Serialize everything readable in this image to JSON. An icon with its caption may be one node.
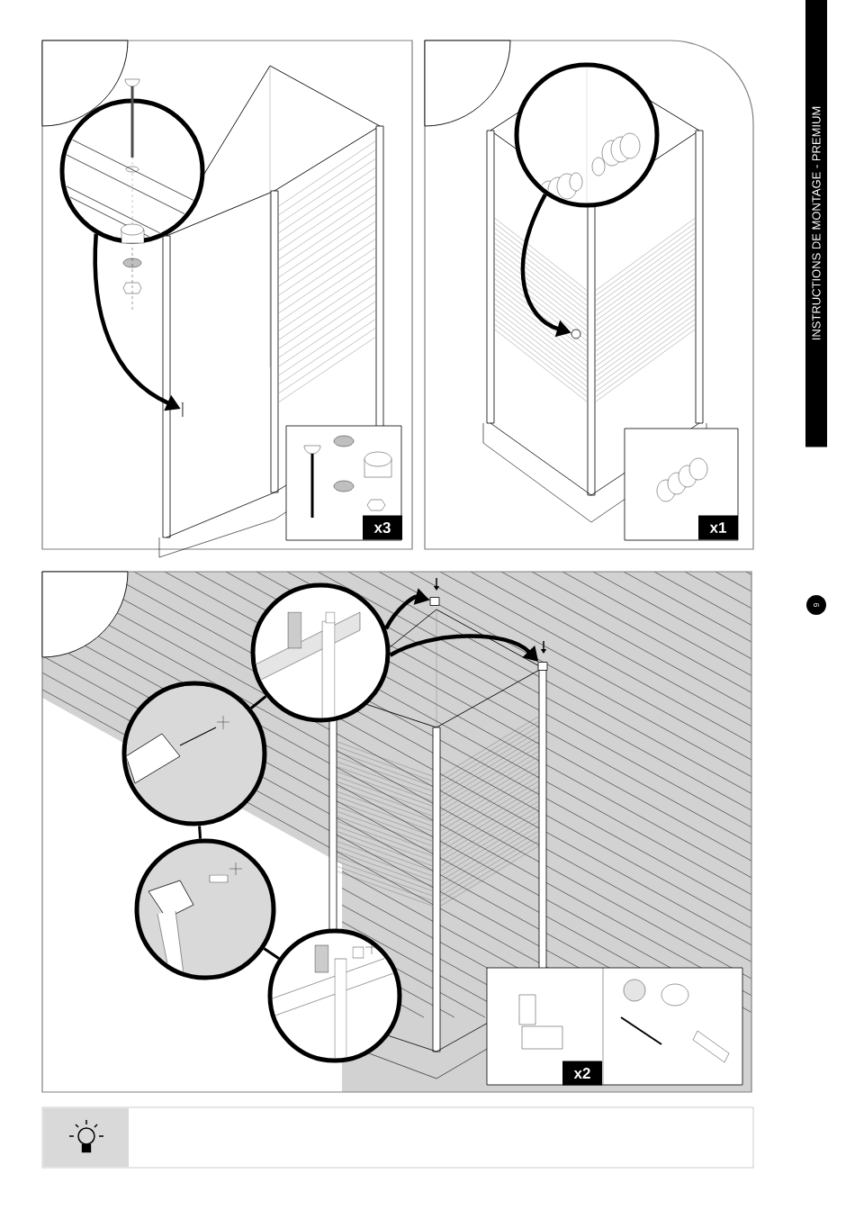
{
  "diagram": {
    "nodes": [
      {
        "text": [],
        "shape": "circle"
      },
      {
        "text": [],
        "shape": "circle"
      },
      {
        "text": [],
        "shape": "circle"
      },
      {
        "text": [],
        "shape": "circle"
      },
      {
        "text": [],
        "shape": "circle"
      },
      {
        "text": [],
        "shape": "circle"
      },
      {
        "text": [],
        "shape": "picture"
      },
      {
        "text": [],
        "shape": "circle"
      },
      {
        "text": [],
        "shape": "box"
      },
      {
        "text": [],
        "shape": "box"
      },
      {
        "text": [],
        "shape": "circle"
      },
      {
        "text": [],
        "shape": "circle"
      },
      {
        "text": [],
        "shape": "circle"
      }
    ],
    "edges": [
      {
        "from": 0,
        "to": 6,
        "arrow": "to"
      },
      {
        "from": 1,
        "to": 7,
        "arrow": "to"
      },
      {
        "from": 2,
        "to": 8,
        "arrow": "to"
      },
      {
        "from": 2,
        "to": 9,
        "arrow": "to"
      },
      {
        "from": 2,
        "to": 3,
        "arrow": "none"
      },
      {
        "from": 3,
        "to": 4,
        "arrow": "none"
      },
      {
        "from": 4,
        "to": 5,
        "arrow": "none"
      }
    ],
    "labels": [
      "INSTRUCTIONS DE MONTAGE - PREMIUM",
      "9",
      "x3",
      "x1",
      "x2"
    ]
  }
}
